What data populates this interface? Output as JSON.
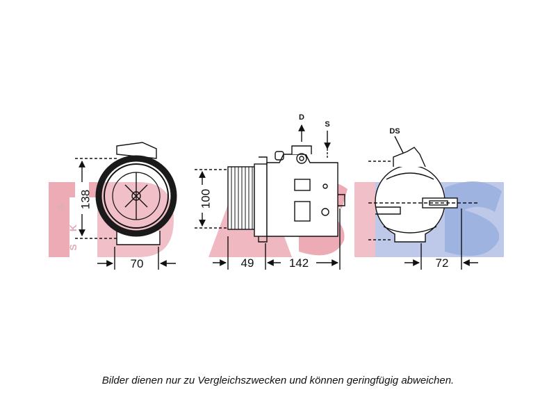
{
  "watermark": {
    "brand": "AKS DASIS",
    "side_letters": [
      "A",
      "K",
      "S"
    ]
  },
  "views": {
    "front": {
      "height_dim": "138",
      "width_dim": "70"
    },
    "side": {
      "height_dim": "100",
      "clutch_dim": "49",
      "body_dim": "142",
      "discharge_label": "D",
      "suction_label": "S"
    },
    "rear": {
      "width_dim": "72",
      "port_label": "DS"
    }
  },
  "caption": "Bilder dienen nur zu Vergleichszwecken und können geringfügig abweichen.",
  "colors": {
    "watermark_red": "#e58c98",
    "watermark_blue": "#8aa2d6",
    "line": "#111111"
  }
}
